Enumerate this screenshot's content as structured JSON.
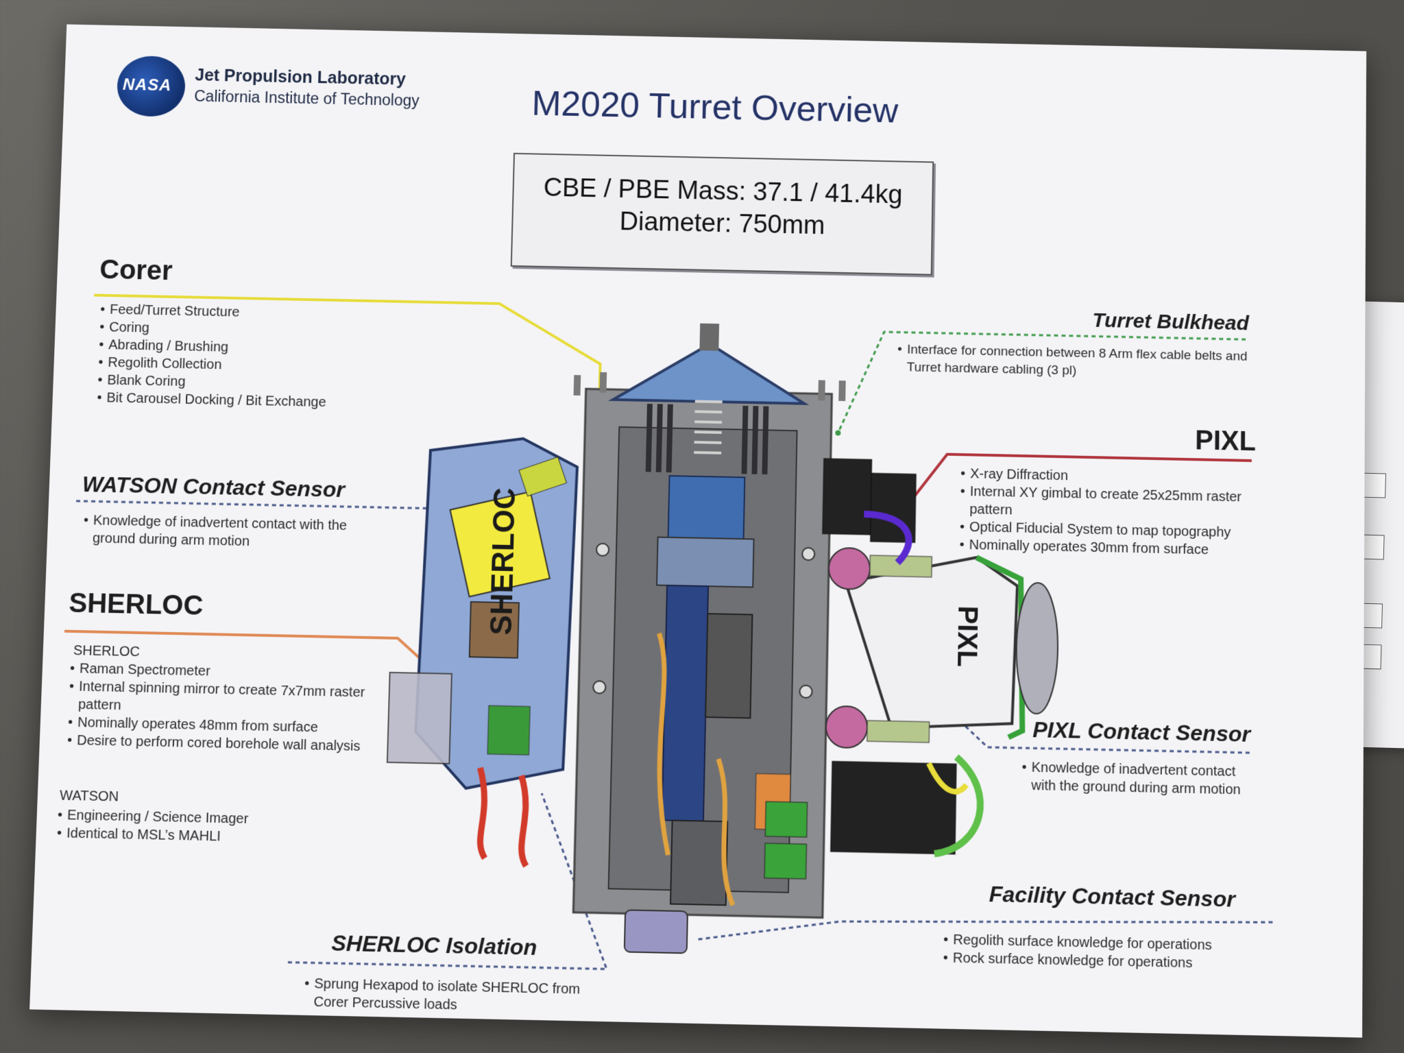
{
  "logo": {
    "mark_text": "NASA",
    "org_line1": "Jet Propulsion Laboratory",
    "org_line2": "California Institute of Technology"
  },
  "title": "M2020 Turret Overview",
  "specs": {
    "mass_line": "CBE / PBE Mass: 37.1 / 41.4kg",
    "diameter_line": "Diameter: 750mm"
  },
  "sections": {
    "corer": {
      "heading": "Corer",
      "bullets": [
        "Feed/Turret Structure",
        "Coring",
        "Abrading / Brushing",
        "Regolith Collection",
        "Blank Coring",
        "Bit Carousel Docking / Bit Exchange"
      ]
    },
    "watson_contact": {
      "heading": "WATSON Contact Sensor",
      "bullets": [
        "Knowledge of inadvertent contact with the ground during arm motion"
      ]
    },
    "sherloc": {
      "heading": "SHERLOC",
      "sub1": "SHERLOC",
      "bullets1": [
        "Raman Spectrometer",
        "Internal spinning mirror to create 7x7mm raster pattern",
        "Nominally operates 48mm from surface",
        "Desire to perform cored borehole wall analysis"
      ],
      "sub2": "WATSON",
      "bullets2": [
        "Engineering / Science Imager",
        "Identical to MSL’s MAHLI"
      ]
    },
    "sherloc_isolation": {
      "heading": "SHERLOC Isolation",
      "bullets": [
        "Sprung Hexapod to isolate SHERLOC from Corer Percussive loads"
      ]
    },
    "turret_bulkhead": {
      "heading": "Turret Bulkhead",
      "bullets": [
        "Interface for connection between 8 Arm flex cable belts and Turret hardware cabling (3 pl)"
      ]
    },
    "pixl": {
      "heading": "PIXL",
      "bullets": [
        "X-ray Diffraction",
        "Internal XY gimbal to create 25x25mm raster pattern",
        "Optical Fiducial System to map topography",
        "Nominally operates 30mm from surface"
      ]
    },
    "pixl_contact": {
      "heading": "PIXL Contact Sensor",
      "bullets": [
        "Knowledge of inadvertent contact with the ground during arm motion"
      ]
    },
    "facility_contact": {
      "heading": "Facility Contact Sensor",
      "bullets": [
        "Regolith surface knowledge for operations",
        "Rock surface knowledge for operations"
      ]
    }
  },
  "diagram_labels": {
    "sherloc_body": "SHERLOC",
    "pixl_body": "PIXL"
  },
  "colors": {
    "corer_line": "#e6dc3a",
    "sherloc_line": "#e08a55",
    "pixl_line": "#b0353d",
    "bulkhead_line": "#3f9a4a",
    "dashed_line": "#4a5a8a",
    "title": "#243266"
  }
}
